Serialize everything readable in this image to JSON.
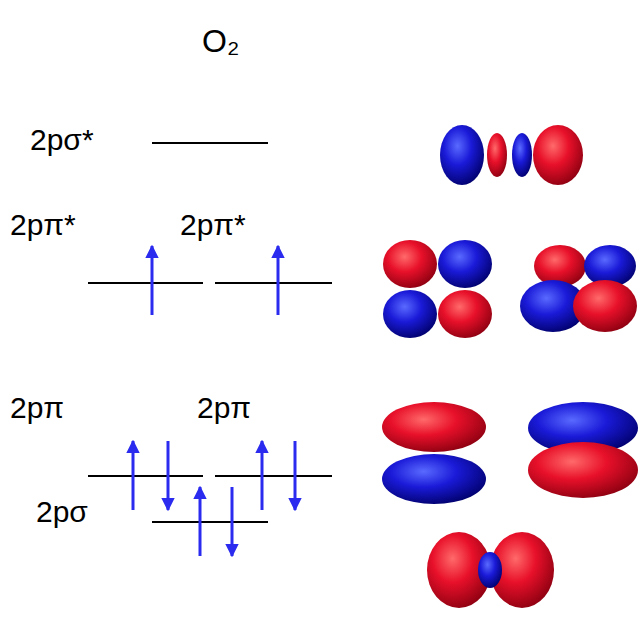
{
  "diagram": {
    "title": "O₂",
    "labels": [
      "2pσ*",
      "2pπ*",
      "2pπ*",
      "2pπ",
      "2pπ",
      "2pσ"
    ]
  }
}
